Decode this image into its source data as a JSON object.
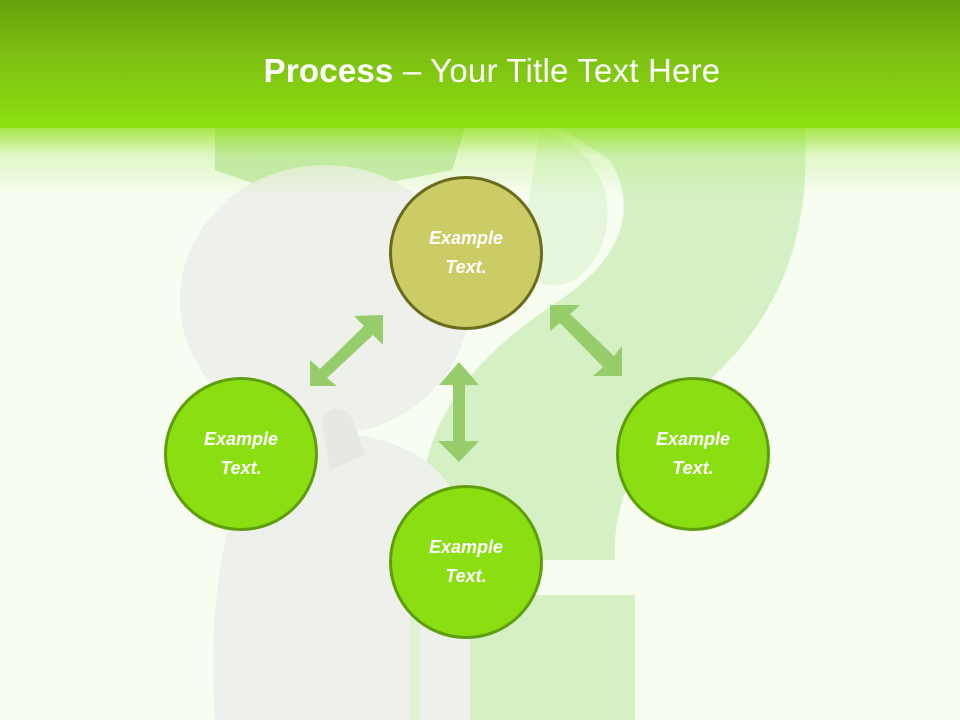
{
  "slide": {
    "title_bold": "Process",
    "title_rest": " – Your Title Text Here",
    "colors": {
      "header_top": "#65a10c",
      "header_bottom": "#8de011",
      "node_center_fill": "#cccc66",
      "node_center_border": "#6b6b1f",
      "node_fill": "#8ade12",
      "node_border": "#5f9e0a",
      "arrow": "#96cc6a",
      "background": "#f8fdf2"
    }
  },
  "nodes": [
    {
      "id": "top",
      "line1": "Example",
      "line2": "Text."
    },
    {
      "id": "left",
      "line1": "Example",
      "line2": "Text."
    },
    {
      "id": "bottom",
      "line1": "Example",
      "line2": "Text."
    },
    {
      "id": "right",
      "line1": "Example",
      "line2": "Text."
    }
  ],
  "connectors": [
    {
      "from": "top",
      "to": "left",
      "type": "double-arrow"
    },
    {
      "from": "top",
      "to": "bottom",
      "type": "double-arrow"
    },
    {
      "from": "top",
      "to": "right",
      "type": "double-arrow"
    }
  ]
}
